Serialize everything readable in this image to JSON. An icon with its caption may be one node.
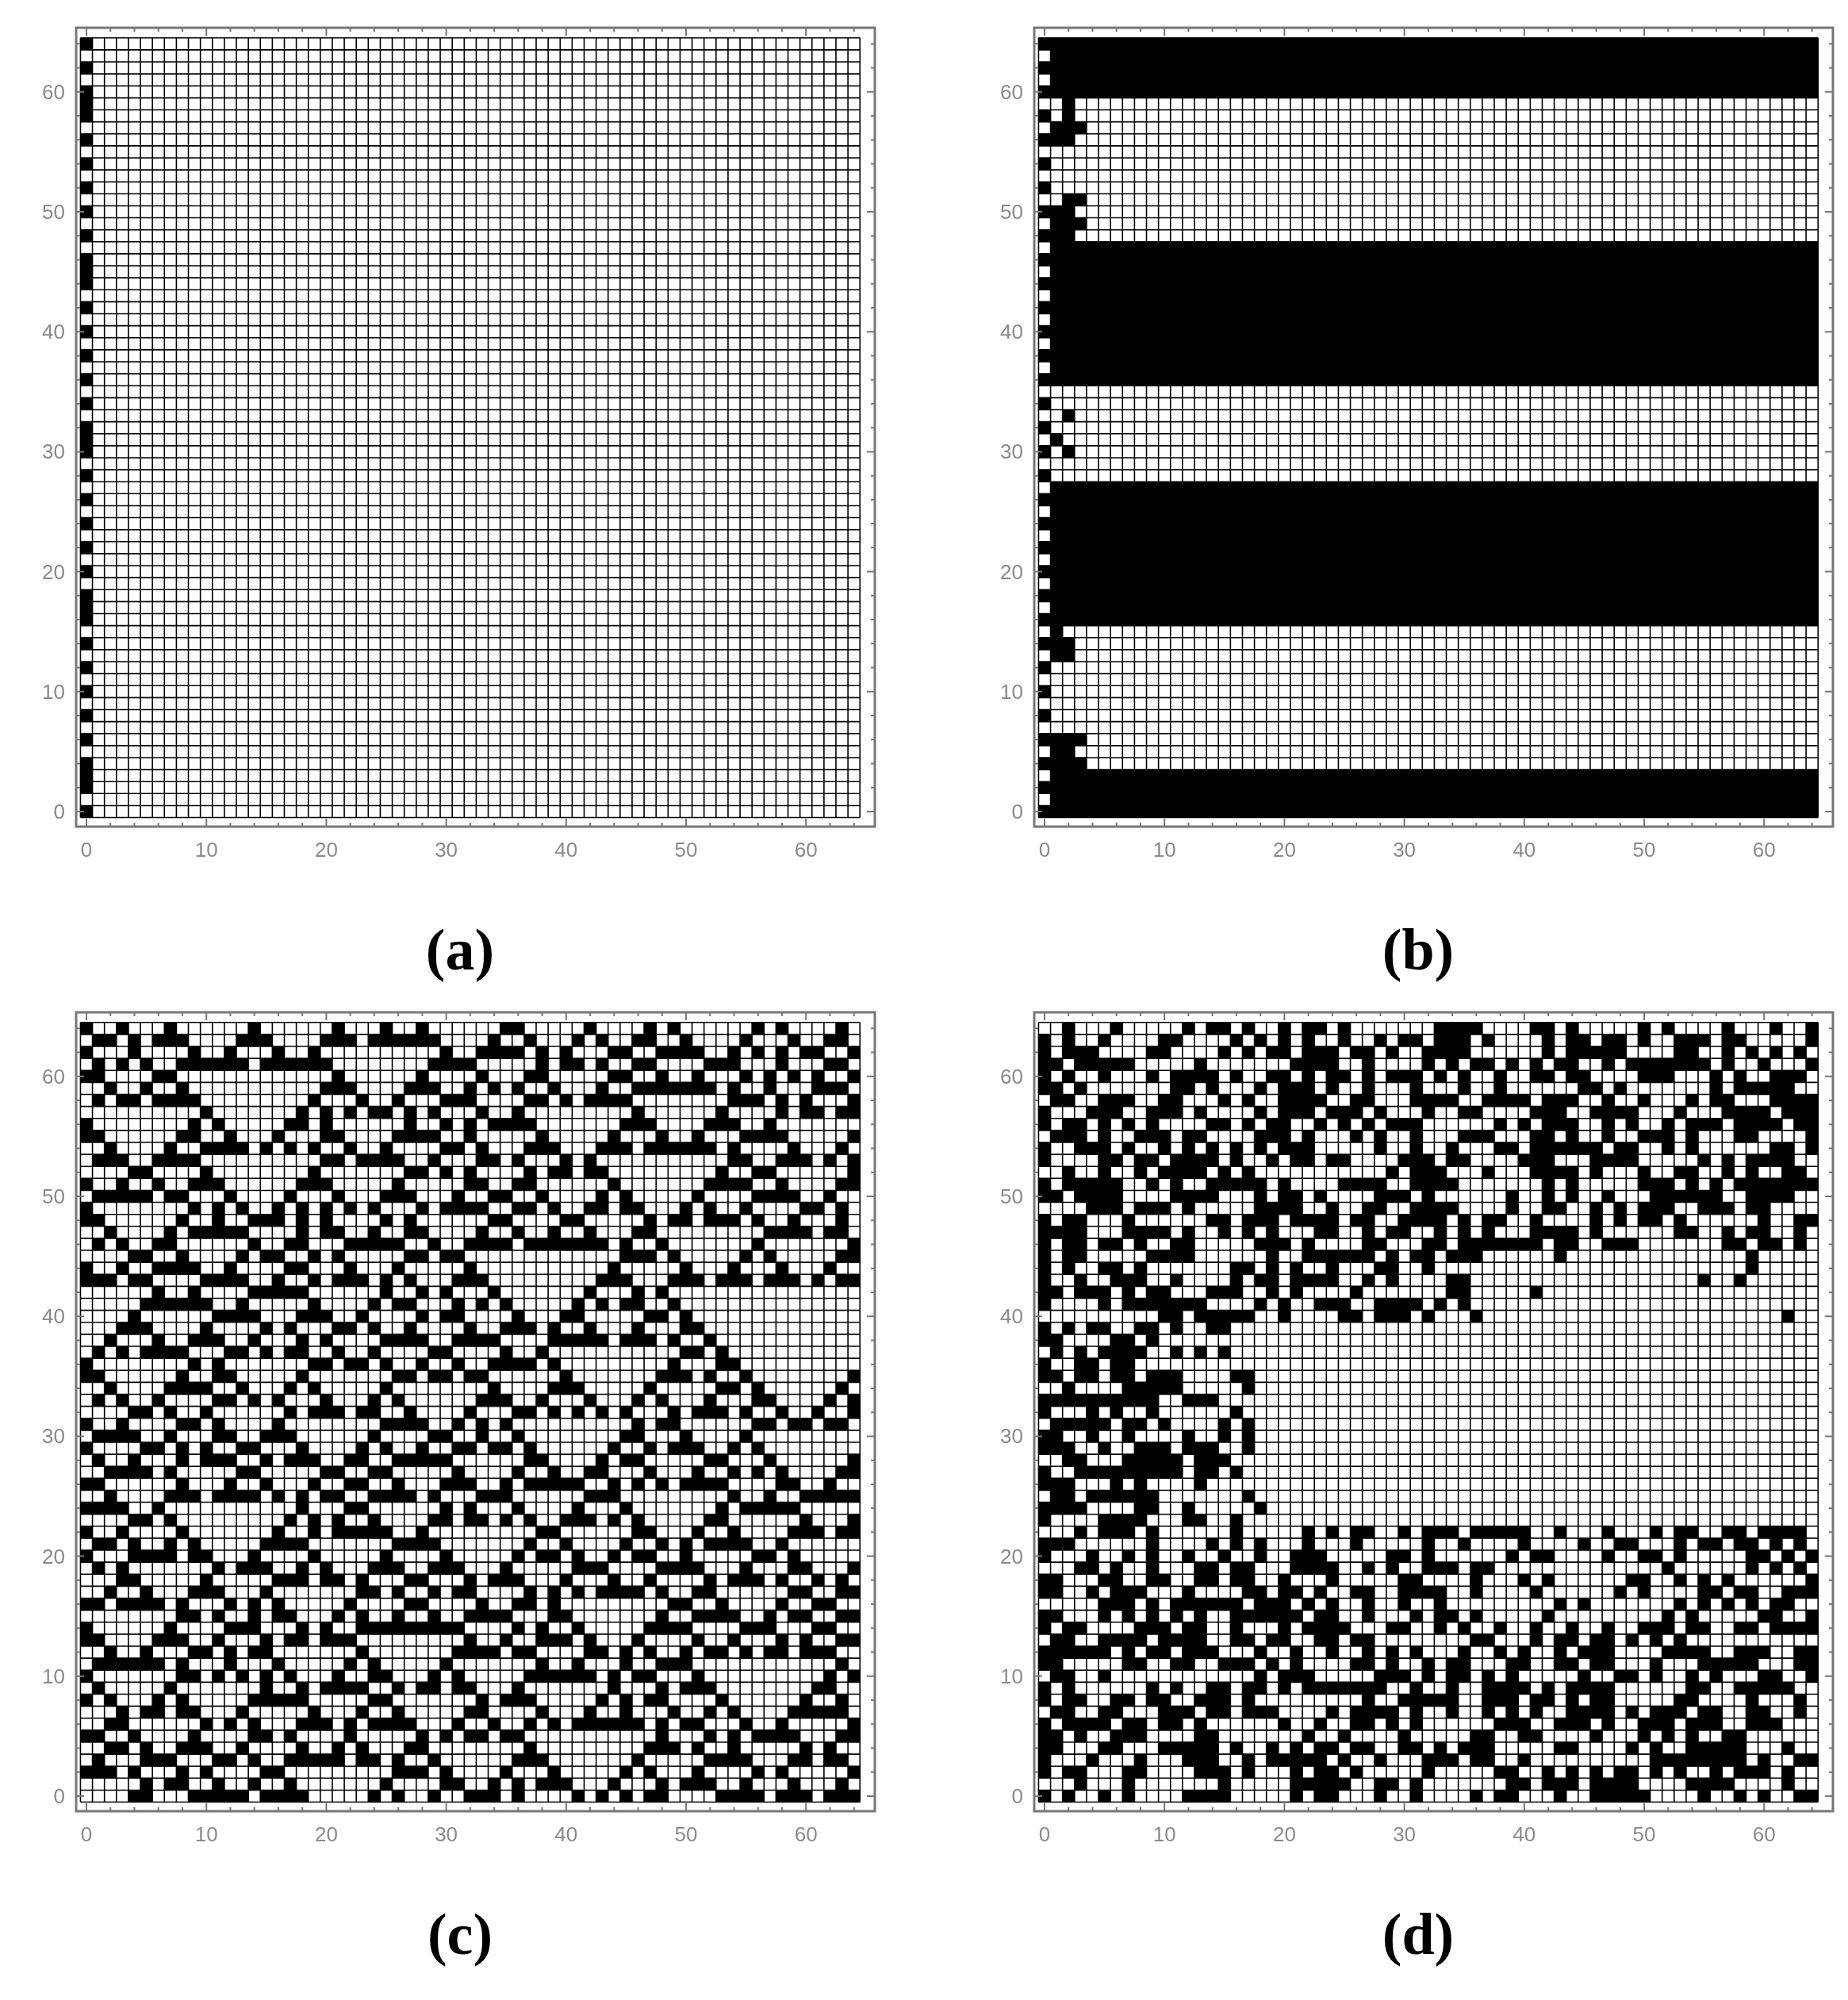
{
  "diagram": {
    "labels": [
      "60",
      "50",
      "40",
      "30",
      "20",
      "10",
      "0",
      "0",
      "10",
      "20",
      "30",
      "40",
      "50",
      "60",
      "(a)",
      "60",
      "50",
      "40",
      "30",
      "20",
      "10",
      "0",
      "0",
      "10",
      "20",
      "30",
      "40",
      "50",
      "60",
      "(b)",
      "60",
      "50",
      "40",
      "30",
      "20",
      "10",
      "0",
      "0",
      "10",
      "20",
      "30",
      "40",
      "50",
      "60",
      "(c)",
      "60",
      "50",
      "40",
      "30",
      "20",
      "10",
      "0",
      "0",
      "10",
      "20",
      "30",
      "40",
      "50",
      "60",
      "(d)"
    ]
  }
}
